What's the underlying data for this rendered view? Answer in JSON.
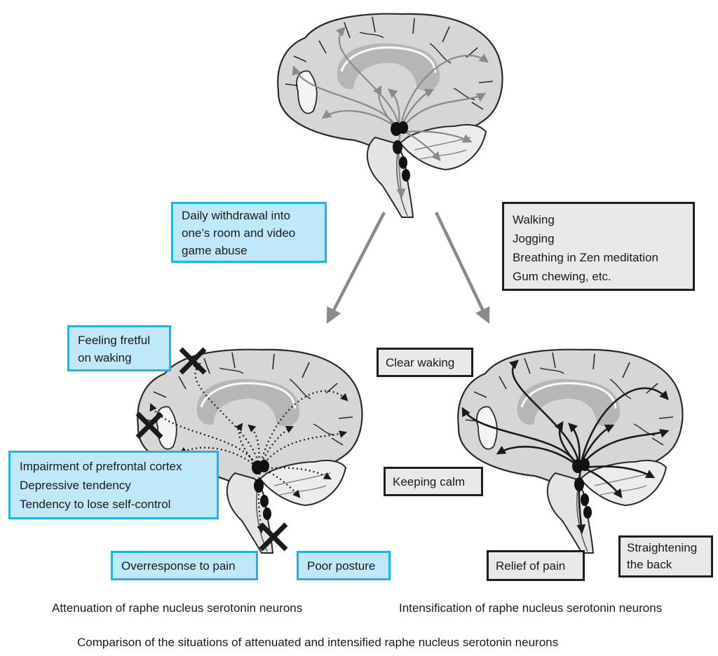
{
  "colors": {
    "blue_fill": "#bfe9fb",
    "blue_border": "#1fb3e8",
    "gray_fill": "#e9e9e9",
    "gray_border": "#1e1e1e",
    "brain_fill": "#d6d6d6",
    "arrow_gray": "#8a8a8a"
  },
  "icons": {
    "brain": "brain-midsagittal-icon",
    "neuron": "raphe-nucleus-neuron-icon",
    "cross": "x-mark-icon",
    "arrow": "arrow-icon"
  },
  "left_trigger": {
    "lines": [
      "Daily withdrawal into",
      "one’s room and video",
      "game abuse"
    ]
  },
  "right_trigger": {
    "lines": [
      "Walking",
      "Jogging",
      "Breathing in Zen meditation",
      "Gum chewing, etc."
    ]
  },
  "left_effects": {
    "feeling_fretful": [
      "Feeling fretful",
      "on waking"
    ],
    "impairments": [
      "Impairment of prefrontal cortex",
      "Depressive tendency",
      "Tendency to lose self-control"
    ],
    "overresponse": "Overresponse to pain",
    "posture": "Poor posture"
  },
  "right_effects": {
    "clear_waking": "Clear waking",
    "keeping_calm": "Keeping calm",
    "relief": "Relief of pain",
    "straightening": [
      "Straightening",
      "the back"
    ]
  },
  "captions": {
    "left": "Attenuation of raphe nucleus serotonin neurons",
    "right": "Intensification of raphe nucleus serotonin neurons",
    "main": "Comparison of the situations of attenuated and intensified raphe nucleus serotonin neurons"
  }
}
